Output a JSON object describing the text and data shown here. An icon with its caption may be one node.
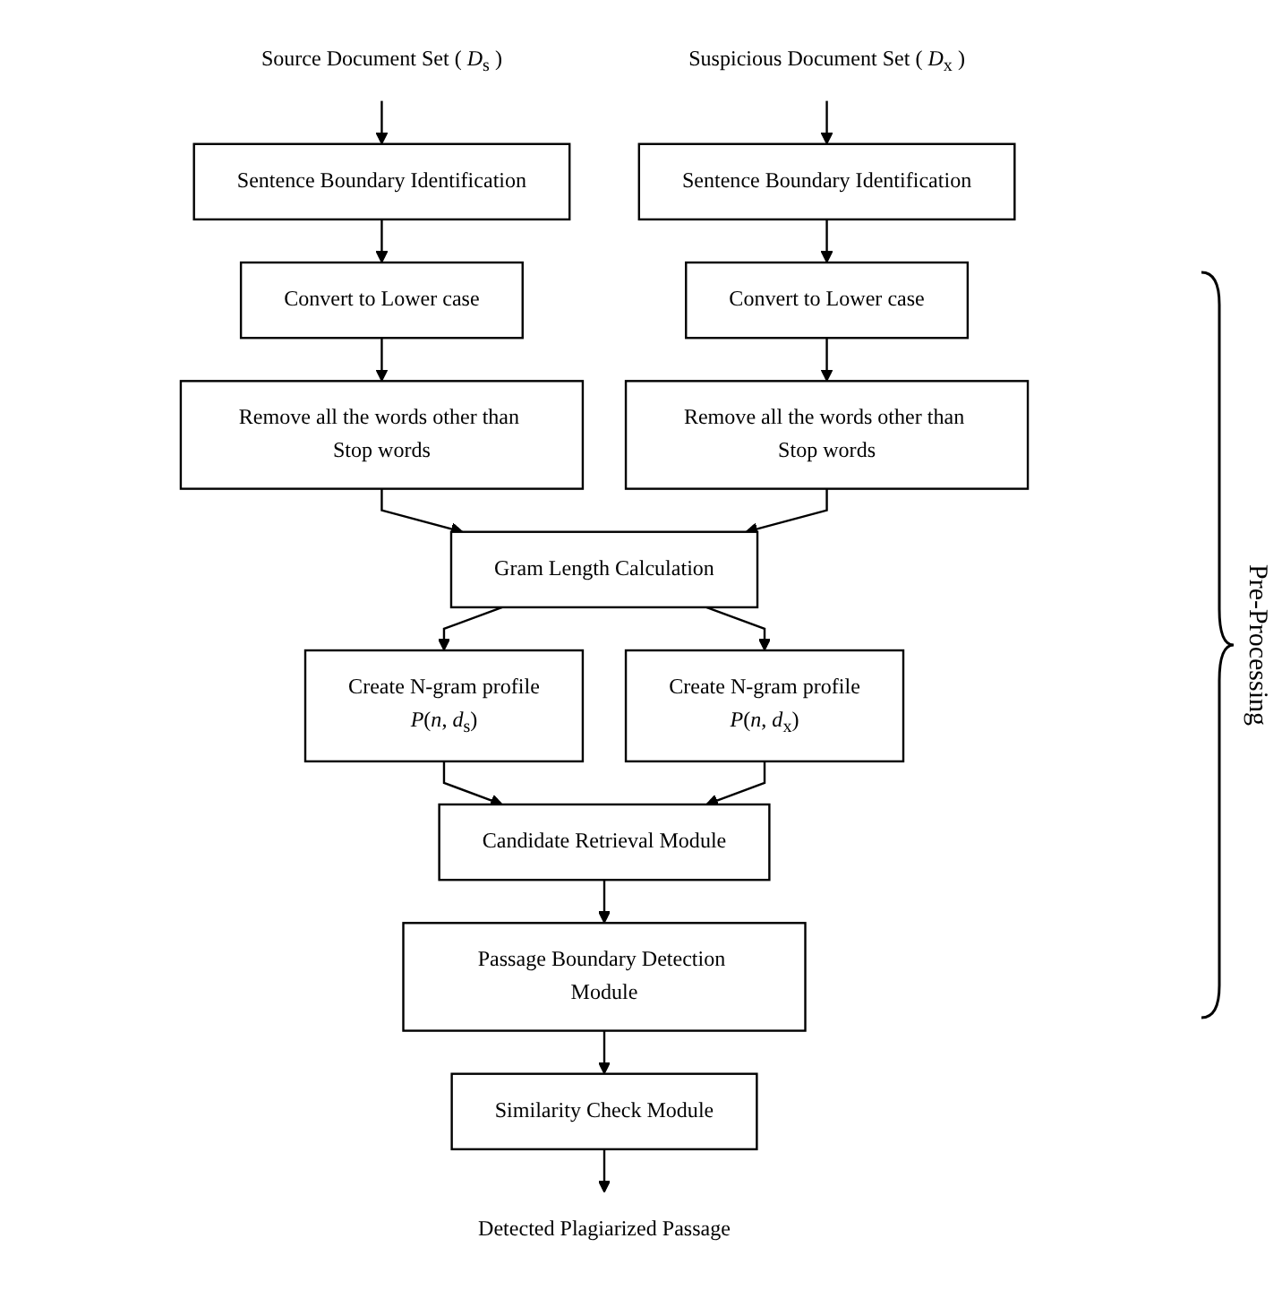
{
  "diagram": {
    "nodes": [
      {
        "text": [
          "Source Document Set ( *D*$_{s}$ )"
        ]
      },
      {
        "text": [
          "Suspicious Document Set ( *D*$_{x}$ )"
        ]
      },
      {
        "text": [
          "Sentence Boundary Identification"
        ]
      },
      {
        "text": [
          "Sentence Boundary Identification"
        ]
      },
      {
        "text": [
          "Convert to Lower case"
        ]
      },
      {
        "text": [
          "Convert to Lower case"
        ]
      },
      {
        "text": [
          "Remove all the words other than Stop words"
        ]
      },
      {
        "text": [
          "Remove all the words other than Stop words"
        ]
      },
      {
        "text": [
          "Gram Length Calculation"
        ]
      },
      {
        "text": [
          "Create N-gram profile",
          "*P*(*n*, *d*$_{s}$)"
        ]
      },
      {
        "text": [
          "Create N-gram profile",
          "*P*(*n*, *d*$_{x}$)"
        ]
      },
      {
        "text": [
          "Candidate Retrieval Module"
        ]
      },
      {
        "text": [
          "Passage Boundary Detection Module"
        ]
      },
      {
        "text": [
          "Similarity Check Module"
        ]
      },
      {
        "text": [
          "Detected Plagiarized Passage"
        ]
      }
    ],
    "edges": [
      {
        "from": 0,
        "to": 2,
        "arrow": "to"
      },
      {
        "from": 1,
        "to": 3,
        "arrow": "to"
      },
      {
        "from": 2,
        "to": 4,
        "arrow": "to"
      },
      {
        "from": 3,
        "to": 5,
        "arrow": "to"
      },
      {
        "from": 4,
        "to": 6,
        "arrow": "to"
      },
      {
        "from": 5,
        "to": 7,
        "arrow": "to"
      },
      {
        "from": 6,
        "to": 8,
        "arrow": "to"
      },
      {
        "from": 7,
        "to": 8,
        "arrow": "to"
      },
      {
        "from": 8,
        "to": 9,
        "arrow": "to"
      },
      {
        "from": 8,
        "to": 10,
        "arrow": "to"
      },
      {
        "from": 9,
        "to": 11,
        "arrow": "to"
      },
      {
        "from": 10,
        "to": 11,
        "arrow": "to"
      },
      {
        "from": 11,
        "to": 12,
        "arrow": "to"
      },
      {
        "from": 12,
        "to": 13,
        "arrow": "to"
      },
      {
        "from": 13,
        "to": 14,
        "arrow": "to"
      }
    ],
    "labels": [
      "Pre-Processing"
    ]
  }
}
